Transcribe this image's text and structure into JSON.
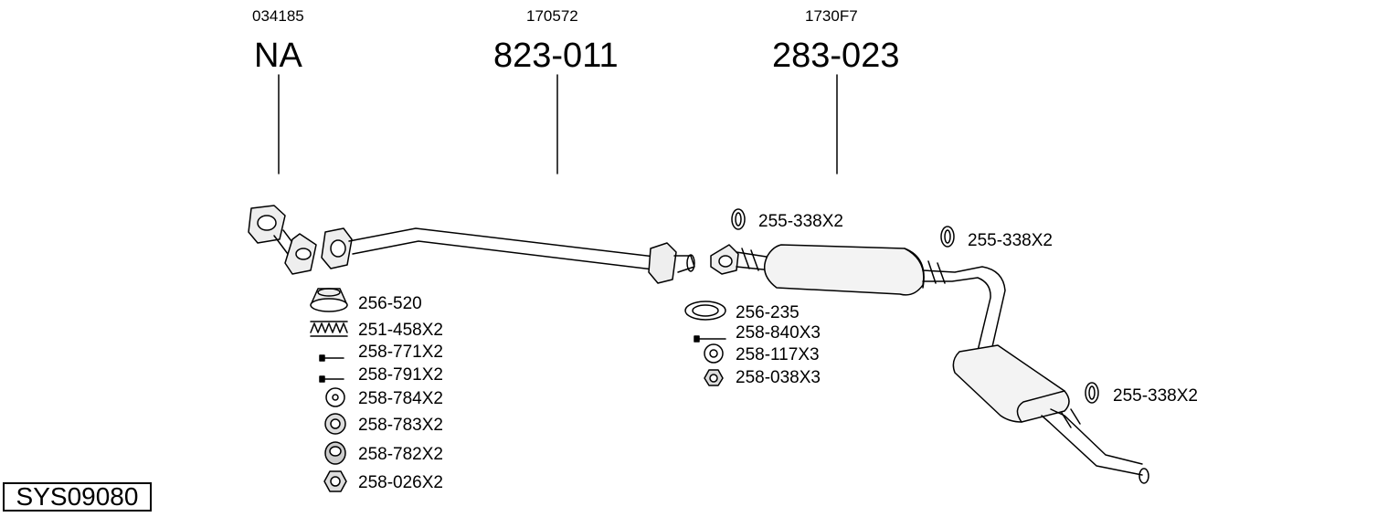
{
  "columns": [
    {
      "ref_code": "034185",
      "part_number": "NA"
    },
    {
      "ref_code": "170572",
      "part_number": "823-011"
    },
    {
      "ref_code": "1730F7",
      "part_number": "283-023"
    }
  ],
  "part_labels": [
    "256-520",
    "251-458X2",
    "258-771X2",
    "258-791X2",
    "258-784X2",
    "258-783X2",
    "258-782X2",
    "258-026X2",
    "255-338X2",
    "255-338X2",
    "255-338X2",
    "256-235",
    "258-840X3",
    "258-117X3",
    "258-038X3"
  ],
  "system_code": "SYS09080"
}
